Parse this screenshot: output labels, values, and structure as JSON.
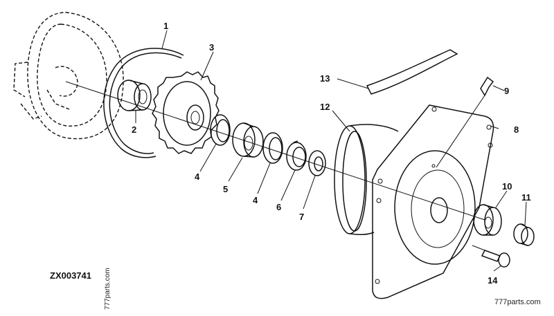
{
  "drawing_code": "ZX003741",
  "watermark_bottom_right": "777parts.com",
  "watermark_vertical": "777parts.com",
  "callouts": {
    "c1": "1",
    "c2": "2",
    "c3": "3",
    "c4a": "4",
    "c4b": "4",
    "c5": "5",
    "c6": "6",
    "c7": "7",
    "c8": "8",
    "c9": "9",
    "c10": "10",
    "c11": "11",
    "c12": "12",
    "c13": "13",
    "c14": "14"
  },
  "colors": {
    "line": "#111111",
    "background": "#ffffff"
  }
}
